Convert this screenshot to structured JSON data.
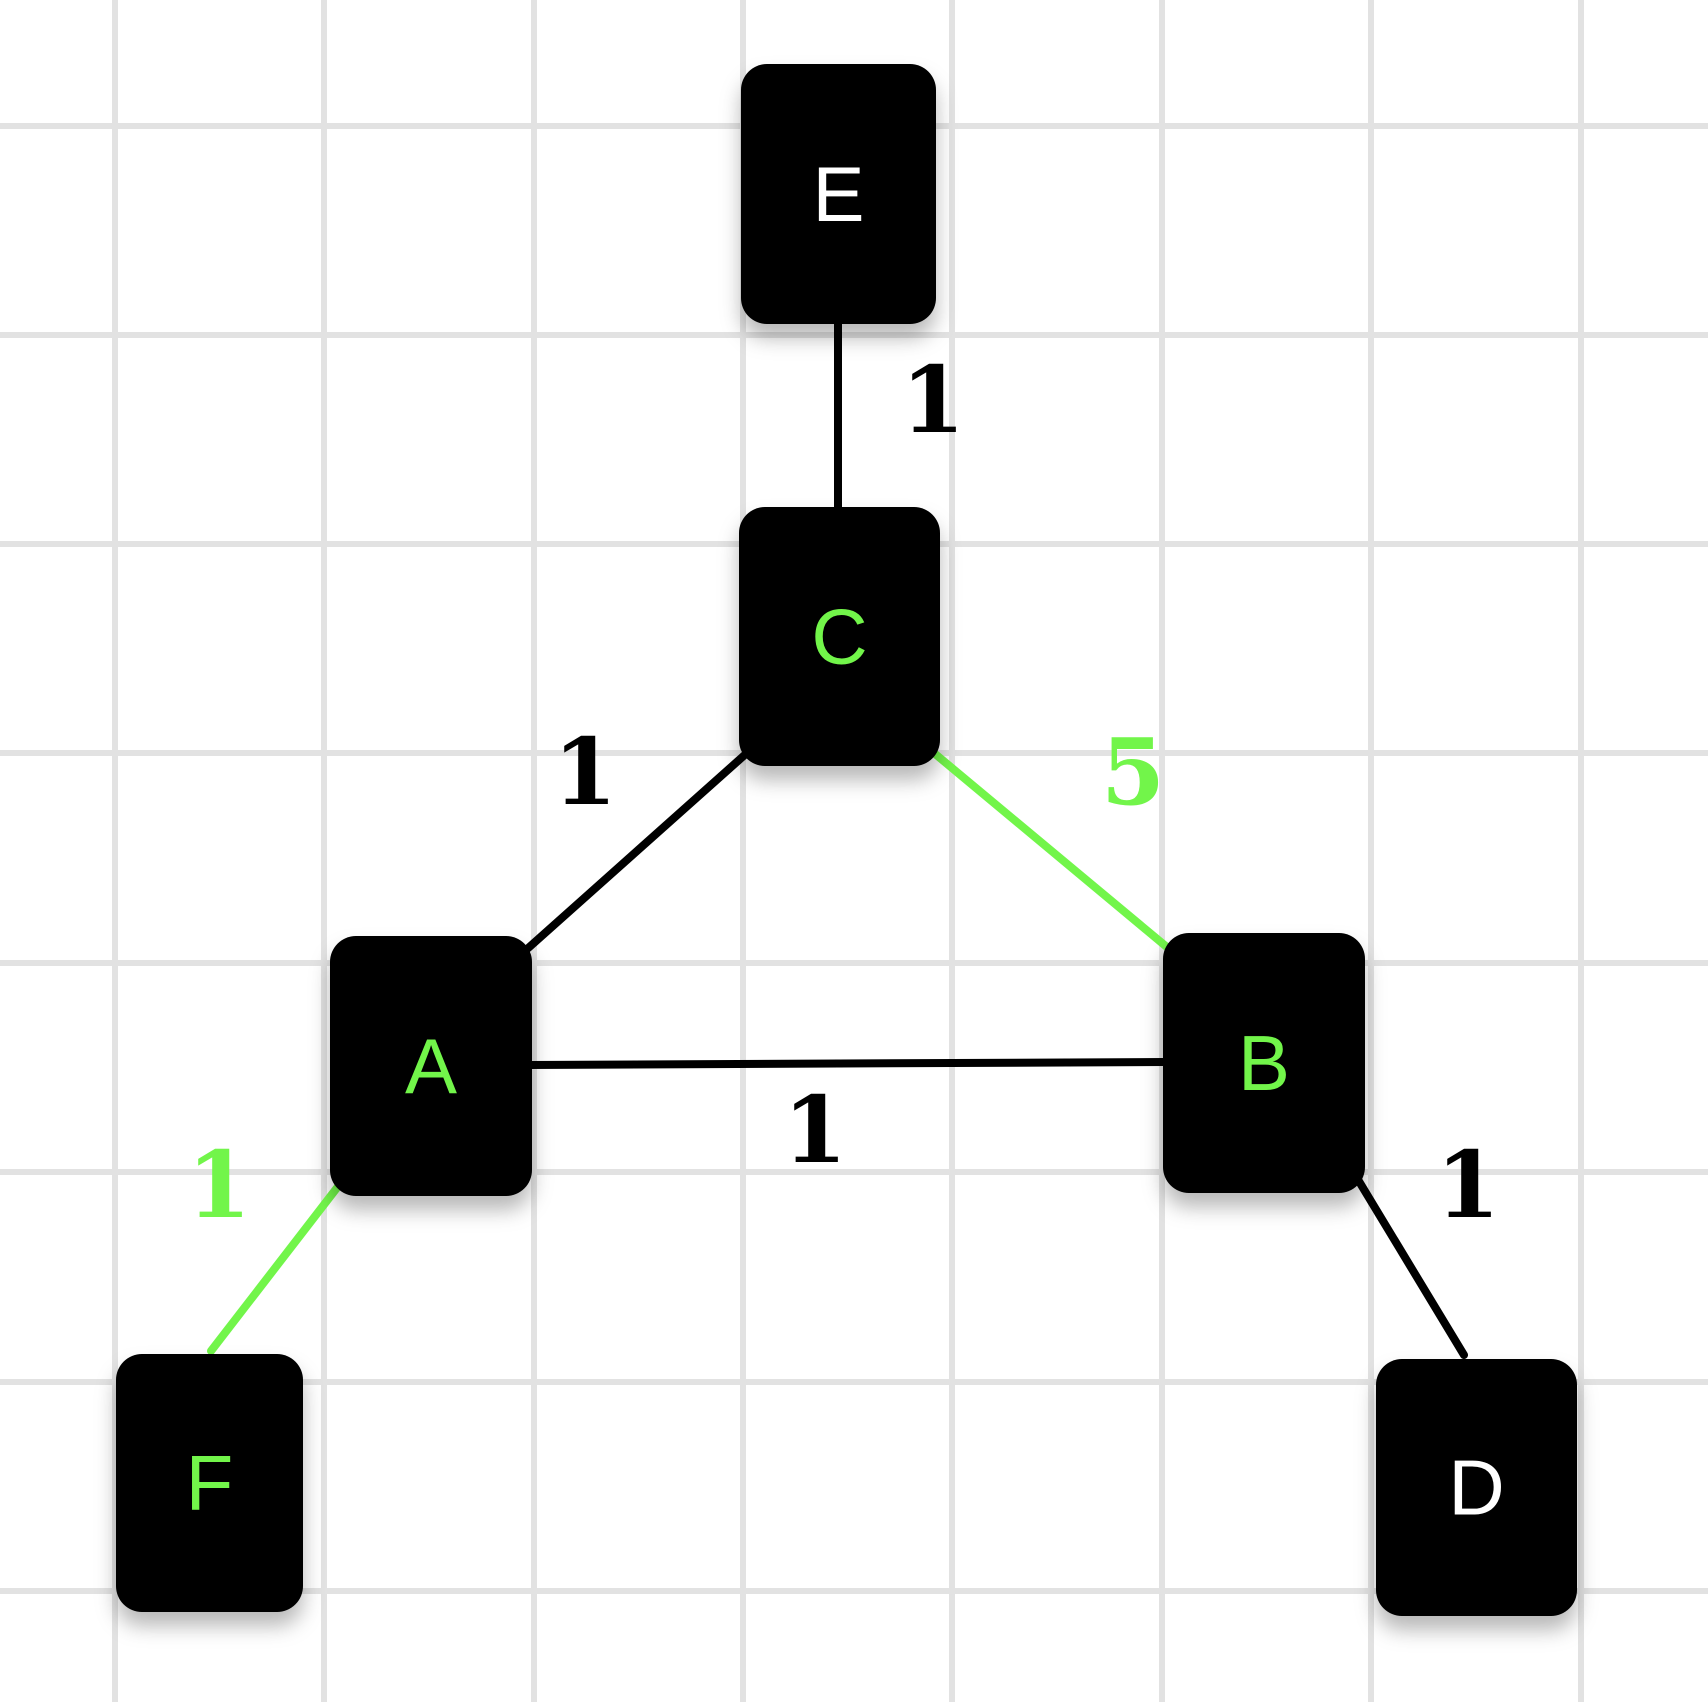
{
  "colors": {
    "background": "#ffffff",
    "grid": "#e2e2e2",
    "node_fill": "#000000",
    "default_text": "#ffffff",
    "highlight": "#72f54a",
    "edge_default": "#000000"
  },
  "nodes": [
    {
      "id": "E",
      "label": "E",
      "highlighted": false
    },
    {
      "id": "C",
      "label": "C",
      "highlighted": true
    },
    {
      "id": "A",
      "label": "A",
      "highlighted": true
    },
    {
      "id": "B",
      "label": "B",
      "highlighted": true
    },
    {
      "id": "F",
      "label": "F",
      "highlighted": true
    },
    {
      "id": "D",
      "label": "D",
      "highlighted": false
    }
  ],
  "edges": [
    {
      "from": "E",
      "to": "C",
      "weight": "1",
      "highlighted": false
    },
    {
      "from": "C",
      "to": "A",
      "weight": "1",
      "highlighted": false
    },
    {
      "from": "C",
      "to": "B",
      "weight": "5",
      "highlighted": true
    },
    {
      "from": "A",
      "to": "B",
      "weight": "1",
      "highlighted": false
    },
    {
      "from": "A",
      "to": "F",
      "weight": "1",
      "highlighted": true
    },
    {
      "from": "B",
      "to": "D",
      "weight": "1",
      "highlighted": false
    }
  ]
}
